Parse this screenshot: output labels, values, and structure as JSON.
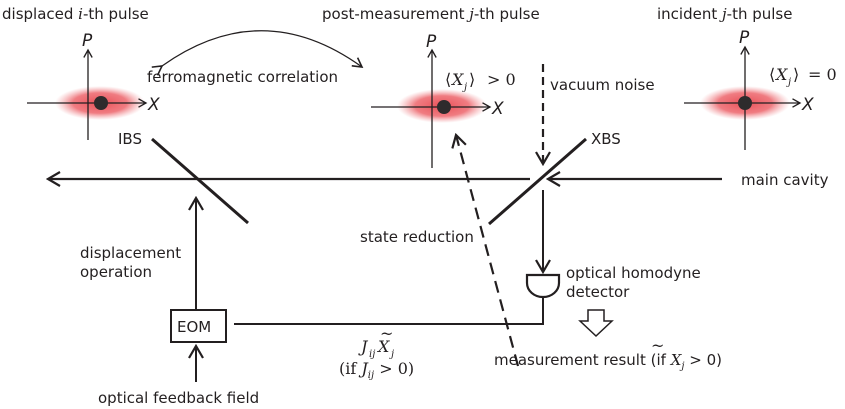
{
  "title": "Measurement-feedback coherent Ising machine schematic",
  "labels": {
    "displaced_pulse": "displaced i-th pulse",
    "displaced_pulse_prefix": "displaced ",
    "displaced_pulse_var": "i",
    "displaced_pulse_suffix": "-th pulse",
    "post_pulse_prefix": "post-measurement ",
    "post_pulse_var": "j",
    "post_pulse_suffix": "-th pulse",
    "incident_pulse_prefix": "incident ",
    "incident_pulse_var": "j",
    "incident_pulse_suffix": "-th pulse",
    "ferromagnetic_correlation": "ferromagnetic correlation",
    "vacuum_noise": "vacuum noise",
    "ibs": "IBS",
    "xbs": "XBS",
    "main_cavity": "main cavity",
    "state_reduction": "state reduction",
    "displacement_operation_line1": "displacement",
    "displacement_operation_line2": "operation",
    "eom": "EOM",
    "optical_homodyne_line1": "optical homodyne",
    "optical_homodyne_line2": "detector",
    "optical_feedback_field": "optical feedback field",
    "measurement_result_prefix": "measurement result (if ",
    "measurement_result_suffix": " > 0)"
  },
  "axes": {
    "x_label": "X",
    "p_label": "P"
  },
  "math": {
    "post_expectation_rel": "> 0",
    "incident_expectation_rel": "= 0",
    "feedback_term_J": "J",
    "feedback_term_J_sub": "ij",
    "feedback_term_X": "X",
    "feedback_term_X_sub": "j",
    "feedback_condition_prefix": "(if ",
    "feedback_condition_suffix": " > 0)",
    "measurement_X": "X",
    "measurement_X_sub": "j"
  },
  "colors": {
    "ink": "#231f20",
    "pulse_glow": "#e8474f",
    "background": "#ffffff"
  }
}
